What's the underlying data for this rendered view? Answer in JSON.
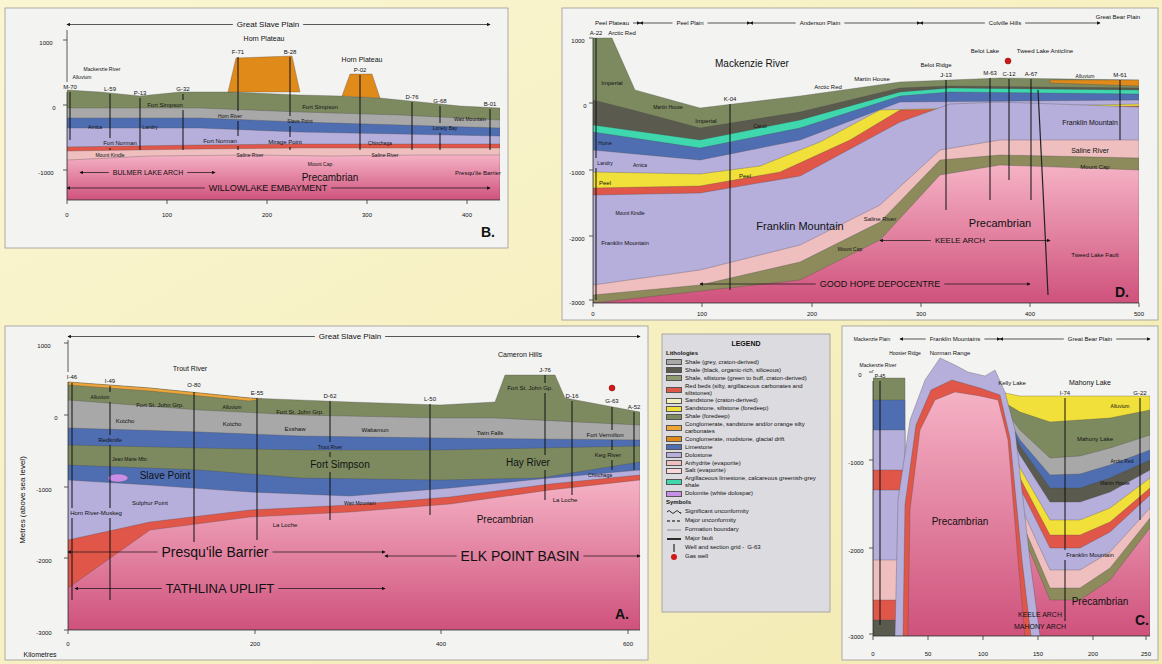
{
  "diagram": {
    "labels": [
      "Great Slave Plain",
      "Horn Plateau",
      "Horn Plateau",
      "Mackenzie River",
      "Alluvium",
      "M-70",
      "L-59",
      "P-13",
      "G-32",
      "F-71",
      "B-28",
      "P-02",
      "D-76",
      "G-68",
      "B-01",
      "Fort Simpson",
      "Fort Simpson",
      "Horn River",
      "Slave Point",
      "Watt Mountain",
      "Arnica",
      "Landry",
      "Fort Norman",
      "Fort Norman",
      "Mirage Point",
      "Chinchaga",
      "Lonely Bay",
      "Mount Kindle",
      "Saline River",
      "Saline River",
      "Mount Cap",
      "Precambrian",
      "BULMER LAKE ARCH",
      "WILLOWLAKE EMBAYMENT",
      "Presqu'ile Barrier",
      "B.",
      "1000",
      "0",
      "-1000",
      "0",
      "100",
      "200",
      "300",
      "400",
      "Peel Plateau",
      "Peel Plain",
      "Anderson Plain",
      "Colville Hills",
      "Great Bear Plain",
      "Mackenzie River",
      "A-22",
      "Arctic Red",
      "Martin House",
      "K-04",
      "Arctic Red",
      "Martin House",
      "Imperial",
      "Imperial",
      "Canol",
      "Hume",
      "Landry",
      "Arnica",
      "Peel",
      "Mount Kindle",
      "Franklin Mountain",
      "Peel",
      "Franklin Mountain",
      "Saline River",
      "Mount Cap",
      "Belot Ridge",
      "J-13",
      "Belot Lake",
      "M-63",
      "Tweed Lake Anticline",
      "C-12",
      "A-67",
      "M-61",
      "Alluvium",
      "Franklin Mountain",
      "Saline River",
      "Mount Cap",
      "Precambrian",
      "KEELE ARCH",
      "GOOD HOPE DEPOCENTRE",
      "Tweed Lake Fault",
      "D.",
      "1000",
      "0",
      "-1000",
      "-2000",
      "-3000",
      "0",
      "100",
      "200",
      "300",
      "400",
      "500",
      "Great Slave Plain",
      "Cameron Hills",
      "Trout River",
      "I-46",
      "I-49",
      "O-80",
      "E-55",
      "D-62",
      "L-50",
      "J-76",
      "D-16",
      "G-63",
      "A-52",
      "Alluvium",
      "Alluvium",
      "Fort St. John Grp.",
      "Fort St. John Grp.",
      "Fort St. John Gp.",
      "Kotcho",
      "Kotcho",
      "Exshaw",
      "Wabamun",
      "Redknife",
      "Trout River",
      "Jean Marie Mbr.",
      "Fort Simpson",
      "Twin Falls",
      "Hay River",
      "Fort Vermilion",
      "Keg River",
      "Chinchaga",
      "Slave Point",
      "Sulphur Point",
      "Watt Mountain",
      "Horn River-Muskeg",
      "La Loche",
      "La Loche",
      "Precambrian",
      "Presqu'ile Barrier",
      "TATHLINA UPLIFT",
      "ELK POINT BASIN",
      "A.",
      "1000",
      "0",
      "-1000",
      "-2000",
      "-3000",
      "Metres (above sea level)",
      "Kilometres",
      "0",
      "200",
      "400",
      "600",
      "Mackenzie Plain",
      "Franklin Mountains",
      "Great Bear Plain",
      "Mackenzie River",
      "Hoosier Ridge",
      "Norman Range",
      "Kelly Lake",
      "Mahony Lake",
      "P-45",
      "I-74",
      "G-22",
      "Alluvium",
      "Mahony Lake",
      "Arctic Red",
      "Martin House",
      "Franklin Mountain",
      "Precambrian",
      "Precambrian",
      "KEELE ARCH",
      "MAHONY ARCH",
      "C.",
      "0",
      "-1000",
      "-2000",
      "-3000",
      "0",
      "50",
      "100",
      "150",
      "200",
      "250",
      "LEGEND",
      "Lithologies",
      "Symbols",
      "G-63"
    ],
    "legend": [
      {
        "text": "Shale (grey, craton-derived)",
        "color": "#a8a8a8"
      },
      {
        "text": "Shale (black, organic-rich, siliceous)",
        "color": "#5a5a4e"
      },
      {
        "text": "Shale, siltstone (green to buff, craton-derived)",
        "color": "#8f9a6e"
      },
      {
        "text": "Red beds (silty, argillaceous carbonates and siltstones)",
        "color": "#e0574a"
      },
      {
        "text": "Sandstone (craton-derived)",
        "color": "#f1eec0"
      },
      {
        "text": "Sandstone, siltstone (foredeep)",
        "color": "#f2e03a"
      },
      {
        "text": "Shale (foredeep)",
        "color": "#7d8a60"
      },
      {
        "text": "Conglomerate, sandstone and/or orange silty carbonates",
        "color": "#eea53a"
      },
      {
        "text": "Conglomerate, mudstone, glacial drift",
        "color": "#e08a1a"
      },
      {
        "text": "Limestone",
        "color": "#4f6eb2"
      },
      {
        "text": "Dolostone",
        "color": "#b6aedb"
      },
      {
        "text": "Anhydrite (evaporite)",
        "color": "#efbfbf"
      },
      {
        "text": "Salt (evaporite)",
        "color": "#f8d8d8"
      },
      {
        "text": "Argillaceous limestone, calcareous greenish-grey shale",
        "color": "#3fd8ae"
      },
      {
        "text": "Dolomite (white dolospar)",
        "color": "#c98fe8"
      },
      {
        "text": "Significant unconformity"
      },
      {
        "text": "Major unconformity"
      },
      {
        "text": "Formation boundary"
      },
      {
        "text": "Major fault"
      },
      {
        "text": "Well and section grid -"
      },
      {
        "text": "Gas well"
      }
    ]
  }
}
